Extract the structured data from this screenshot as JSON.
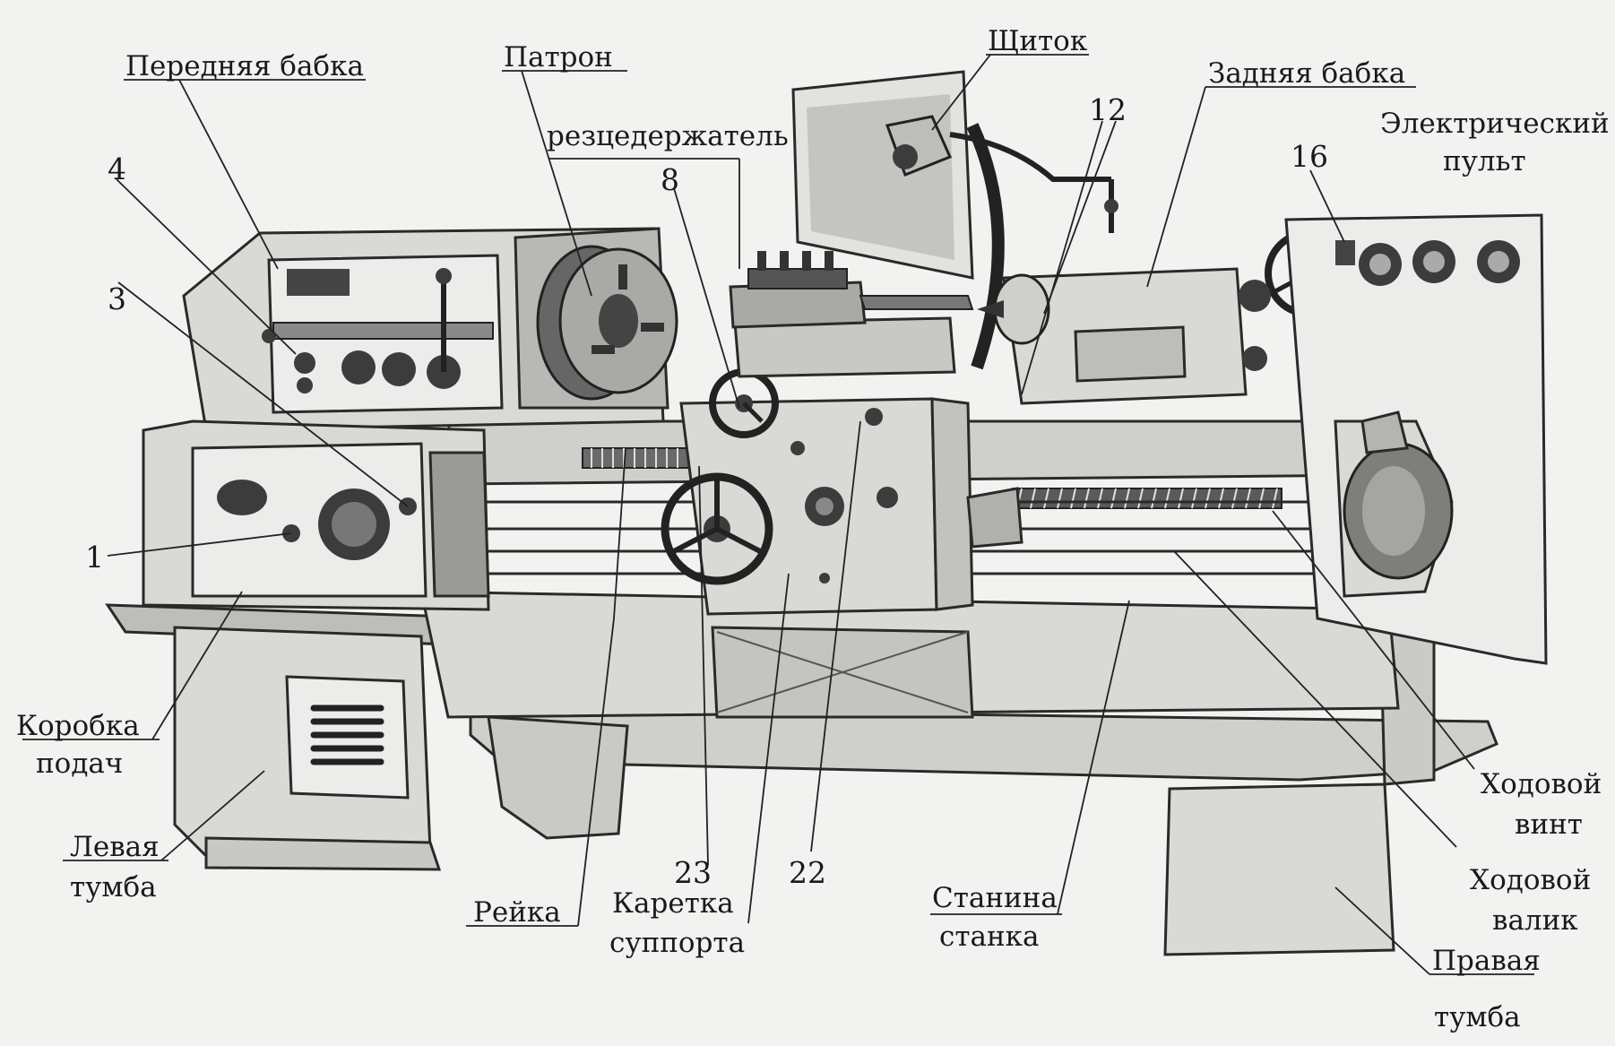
{
  "labels": {
    "headstock": "Передняя бабка",
    "chuck": "Патрон",
    "shield": "Щиток",
    "tailstock": "Задняя бабка",
    "tool_holder": "резцедержатель",
    "electric_panel_line1": "Электрический",
    "electric_panel_line2": "пульт",
    "feed_box_line1": "Коробка",
    "feed_box_line2": "подач",
    "left_pedestal_line1": "Левая",
    "left_pedestal_line2": "тумба",
    "rack": "Рейка",
    "carriage_line1": "Каретка",
    "carriage_line2": "суппорта",
    "bed_line1": "Станина",
    "bed_line2": "станка",
    "lead_screw_line1": "Ходовой",
    "lead_screw_line2": "винт",
    "feed_shaft_line1": "Ходовой",
    "feed_shaft_line2": "валик",
    "right_pedestal_line1": "Правая",
    "right_pedestal_line2": "тумба"
  },
  "numbers": {
    "n1": "1",
    "n3": "3",
    "n4": "4",
    "n8": "8",
    "n12": "12",
    "n16": "16",
    "n22": "22",
    "n23": "23"
  },
  "colors": {
    "background": "#f2f2f0",
    "ink": "#1a1a1a",
    "machine_light": "#d9d9d6",
    "machine_dark": "#3c3c3c"
  }
}
